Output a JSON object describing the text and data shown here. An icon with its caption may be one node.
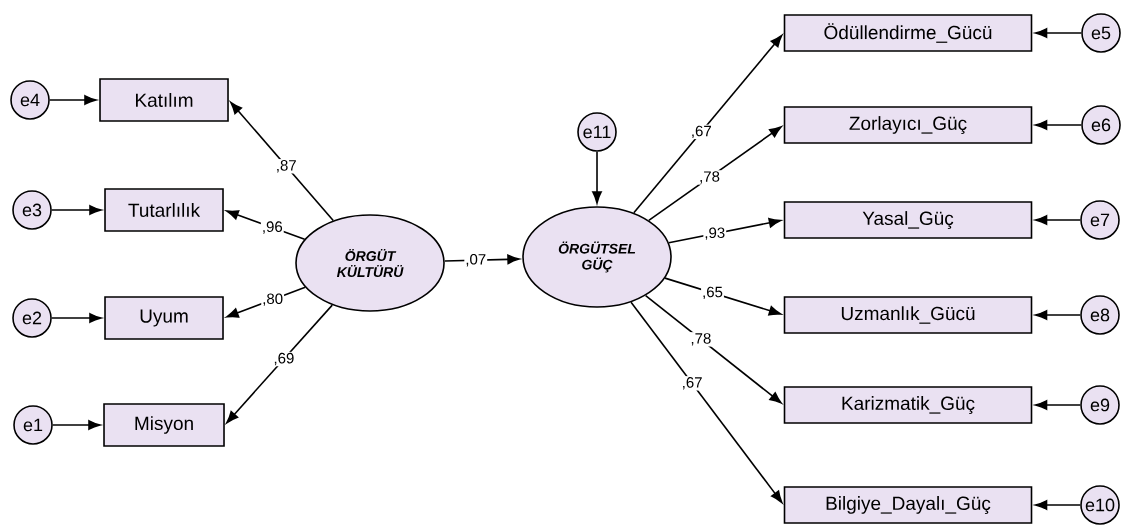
{
  "diagram": {
    "nodes": [
      {
        "text": [
          "ÖRGÜT KÜLTÜRÜ"
        ]
      },
      {
        "text": [
          "ÖRGÜTSEL GÜÇ"
        ]
      },
      {
        "text": [
          "e11"
        ]
      },
      {
        "text": [
          "Katılım"
        ]
      },
      {
        "text": [
          "Tutarlılık"
        ]
      },
      {
        "text": [
          "Uyum"
        ]
      },
      {
        "text": [
          "Misyon"
        ]
      },
      {
        "text": [
          "e4"
        ]
      },
      {
        "text": [
          "e3"
        ]
      },
      {
        "text": [
          "e2"
        ]
      },
      {
        "text": [
          "e1"
        ]
      },
      {
        "text": [
          "Ödüllendirme_Gücü"
        ]
      },
      {
        "text": [
          "Zorlayıcı_Güç"
        ]
      },
      {
        "text": [
          "Yasal_Güç"
        ]
      },
      {
        "text": [
          "Uzmanlık_Gücü"
        ]
      },
      {
        "text": [
          "Karizmatik_Güç"
        ]
      },
      {
        "text": [
          "Bilgiye_Dayalı_Güç"
        ]
      },
      {
        "text": [
          "e5"
        ]
      },
      {
        "text": [
          "e6"
        ]
      },
      {
        "text": [
          "e7"
        ]
      },
      {
        "text": [
          "e8"
        ]
      },
      {
        "text": [
          "e9"
        ]
      },
      {
        "text": [
          "e10"
        ]
      }
    ],
    "edges": [
      {
        "from": 0,
        "to": 3,
        "arrow": "to",
        "label": ",87"
      },
      {
        "from": 0,
        "to": 4,
        "arrow": "to",
        "label": ",96"
      },
      {
        "from": 0,
        "to": 5,
        "arrow": "to",
        "label": ",80"
      },
      {
        "from": 0,
        "to": 6,
        "arrow": "to",
        "label": ",69"
      },
      {
        "from": 0,
        "to": 1,
        "arrow": "to",
        "label": ",07"
      },
      {
        "from": 2,
        "to": 1,
        "arrow": "to"
      },
      {
        "from": 1,
        "to": 11,
        "arrow": "to",
        "label": ",67"
      },
      {
        "from": 1,
        "to": 12,
        "arrow": "to",
        "label": ",78"
      },
      {
        "from": 1,
        "to": 13,
        "arrow": "to",
        "label": ",93"
      },
      {
        "from": 1,
        "to": 14,
        "arrow": "to",
        "label": ",65"
      },
      {
        "from": 1,
        "to": 15,
        "arrow": "to",
        "label": ",78"
      },
      {
        "from": 1,
        "to": 16,
        "arrow": "to",
        "label": ",67"
      },
      {
        "from": 7,
        "to": 3,
        "arrow": "to"
      },
      {
        "from": 8,
        "to": 4,
        "arrow": "to"
      },
      {
        "from": 9,
        "to": 5,
        "arrow": "to"
      },
      {
        "from": 10,
        "to": 6,
        "arrow": "to"
      },
      {
        "from": 17,
        "to": 11,
        "arrow": "to"
      },
      {
        "from": 18,
        "to": 12,
        "arrow": "to"
      },
      {
        "from": 19,
        "to": 13,
        "arrow": "to"
      },
      {
        "from": 20,
        "to": 14,
        "arrow": "to"
      },
      {
        "from": 21,
        "to": 15,
        "arrow": "to"
      },
      {
        "from": 22,
        "to": 16,
        "arrow": "to"
      }
    ]
  }
}
